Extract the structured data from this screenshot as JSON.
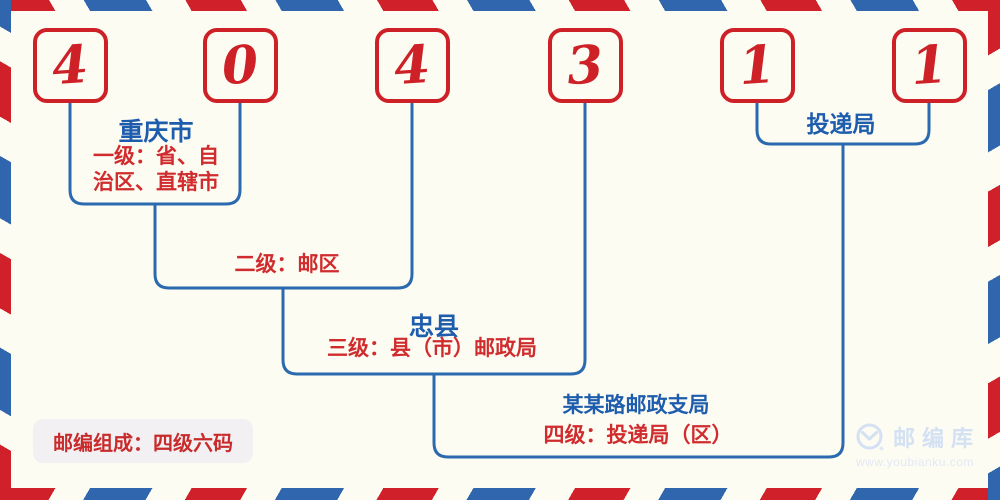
{
  "postal_code": {
    "digits": [
      "4",
      "0",
      "4",
      "3",
      "1",
      "1"
    ]
  },
  "annotations": {
    "level1": {
      "place": "重庆市",
      "desc_line1": "一级：省、自",
      "desc_line2": "治区、直辖市"
    },
    "level2": {
      "desc": "二级：邮区"
    },
    "level3": {
      "place": "忠县",
      "desc": "三级：县（市）邮政局"
    },
    "level4": {
      "place": "某某路邮政支局",
      "desc": "四级：投递局（区）"
    },
    "delivery": {
      "label": "投递局"
    }
  },
  "footer": {
    "composition_note": "邮编组成：四级六码"
  },
  "branding": {
    "site_name": "邮编库",
    "site_url": "www.youbianku.com",
    "logo_icon": "envelope-circle-icon"
  },
  "colors": {
    "background": "#fdfcf3",
    "digit_red": "#cd2127",
    "text_red": "#d02c2e",
    "text_blue": "#1e5cad",
    "line_blue": "#2c6ab0",
    "stripe_red": "#d0202a",
    "stripe_blue": "#2f66ad",
    "badge_bg": "#f2f0f3",
    "logo_blue": "#d3e1f3"
  }
}
